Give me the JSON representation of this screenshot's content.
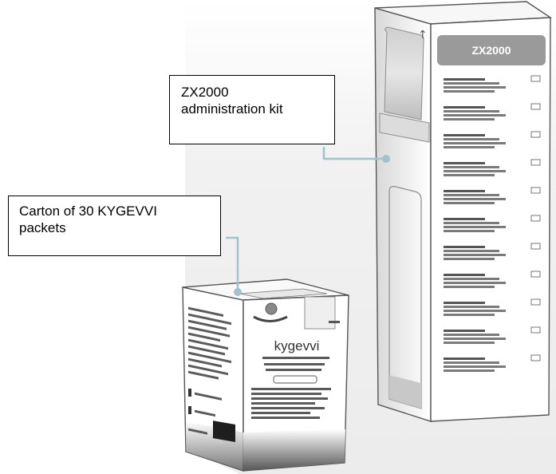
{
  "callouts": {
    "kit": {
      "line1": "ZX2000",
      "line2": "administration kit"
    },
    "carton": {
      "line1": "Carton of 30 KYGEVVI",
      "line2": "packets"
    }
  },
  "kit_box": {
    "brand_label": "ZX2000",
    "arrow_icon": "up-arrow-icon"
  },
  "carton_box": {
    "brand_label": "kygevvi"
  },
  "colors": {
    "leader_line": "#9ec4cc",
    "label_band": "#9a9a9a",
    "backdrop": "#efefef",
    "outline": "#555555"
  }
}
